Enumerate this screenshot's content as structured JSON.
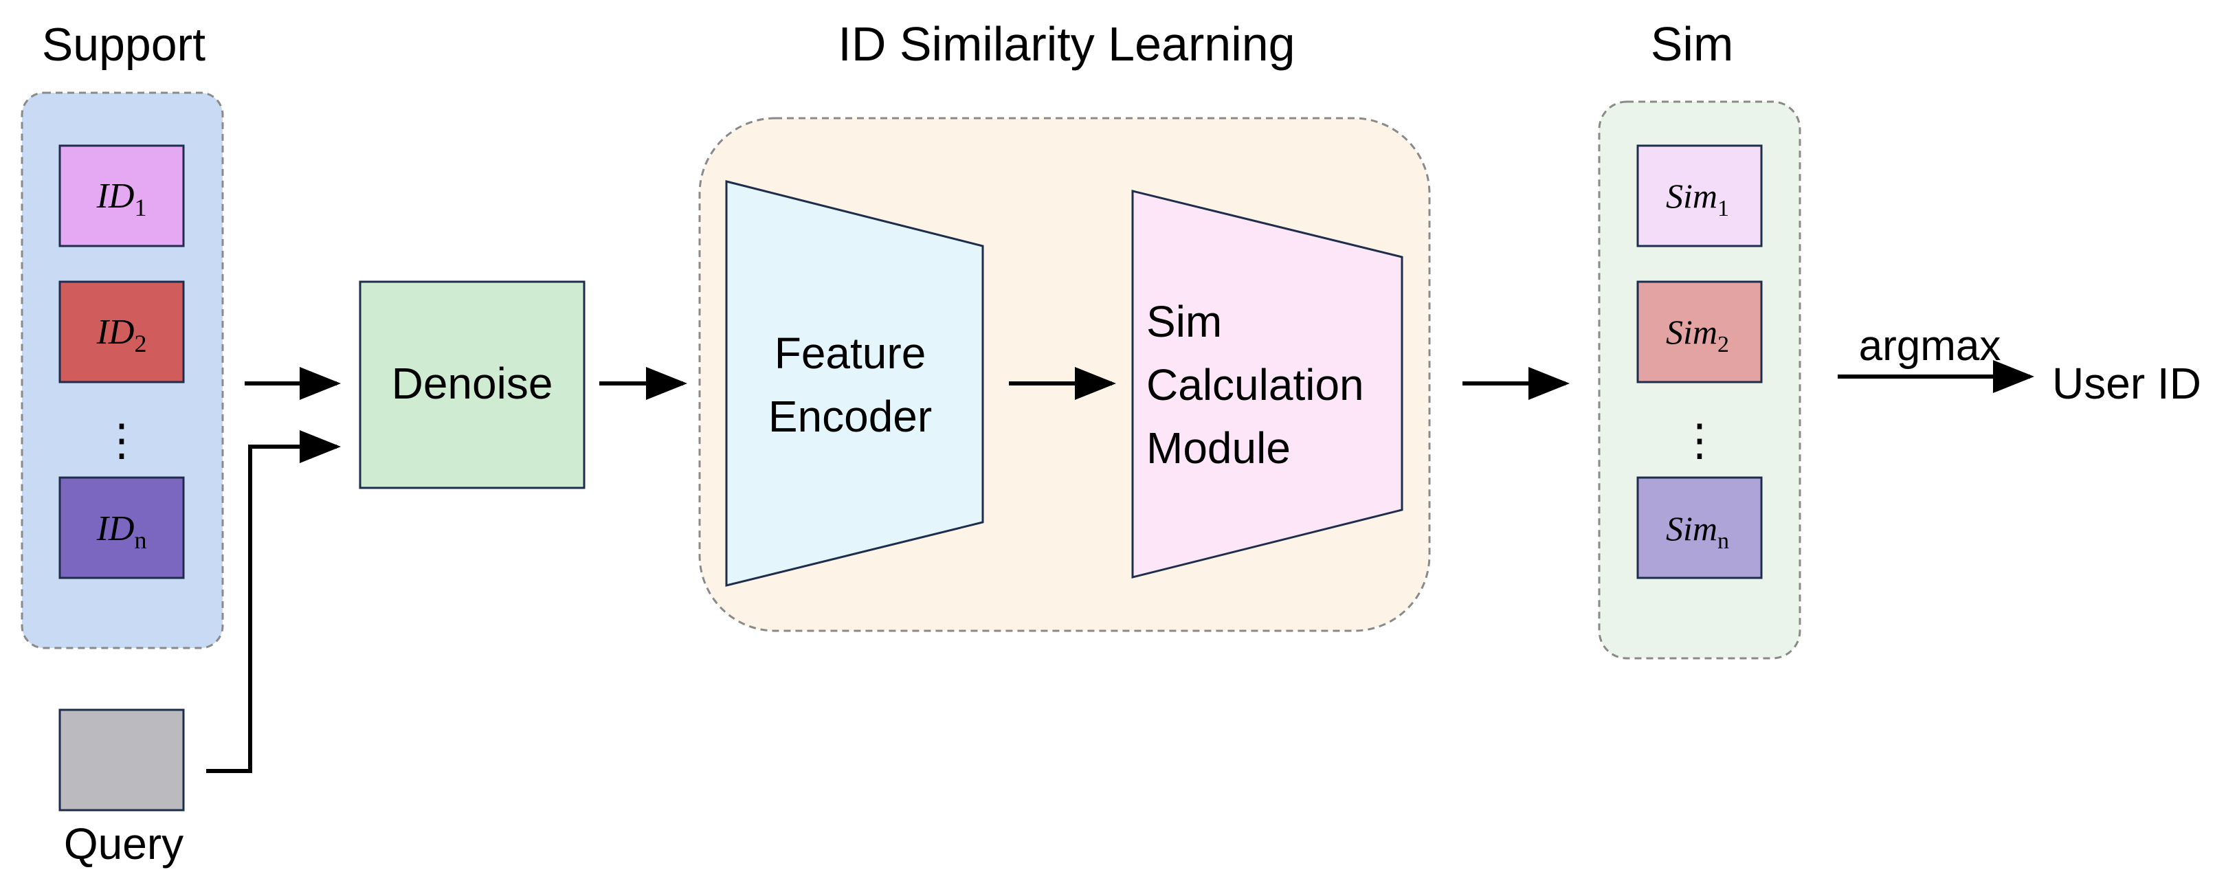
{
  "support": {
    "title": "Support",
    "items": [
      {
        "base": "ID",
        "sub": "1",
        "color": "#E5A8F2"
      },
      {
        "base": "ID",
        "sub": "2",
        "color": "#D05D5B"
      },
      {
        "base": "ID",
        "sub": "n",
        "color": "#7B66C0"
      }
    ],
    "ellipsis": "⋮",
    "panel_color": "#C8DAF4"
  },
  "query": {
    "label": "Query",
    "color": "#BBBBBF"
  },
  "denoise": {
    "label": "Denoise",
    "color": "#CFEBD2"
  },
  "id_similarity": {
    "title": "ID Similarity Learning",
    "panel_color": "#FDF4E7",
    "encoder": {
      "line1": "Feature",
      "line2": "Encoder",
      "color": "#E4F6FB"
    },
    "sim_module": {
      "line1": "Sim",
      "line2": "Calculation",
      "line3": "Module",
      "color": "#FCE6F8"
    }
  },
  "sim": {
    "title": "Sim",
    "panel_color": "#EAF4EA",
    "items": [
      {
        "base": "Sim",
        "sub": "1",
        "color": "#F4DDF8"
      },
      {
        "base": "Sim",
        "sub": "2",
        "color": "#E3A3A2"
      },
      {
        "base": "Sim",
        "sub": "n",
        "color": "#AFA4D8"
      }
    ],
    "ellipsis": "⋮"
  },
  "output": {
    "op": "argmax",
    "label": "User ID"
  }
}
